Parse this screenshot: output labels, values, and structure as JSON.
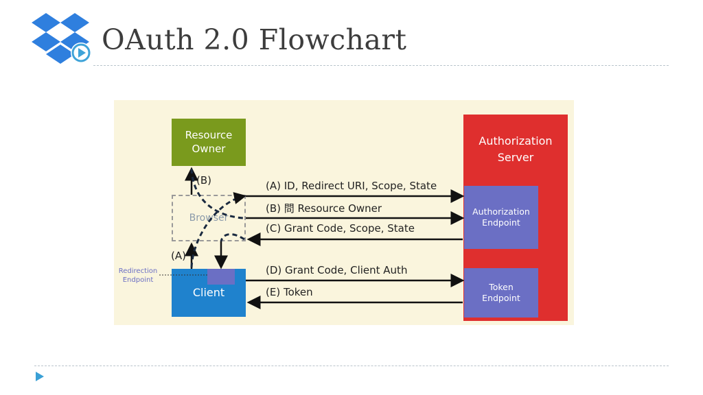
{
  "slide": {
    "title": "OAuth 2.0 Flowchart",
    "logo_icon": "dropbox-logo-with-play-icon",
    "bullet_icon": "triangle-bullet-icon"
  },
  "diagram": {
    "resource_owner": "Resource\nOwner",
    "authorization_server": "Authorization\nServer",
    "authorization_endpoint": "Authorization\nEndpoint",
    "token_endpoint": "Token\nEndpoint",
    "client": "Client",
    "browser": "Browser",
    "redirection_endpoint": "Redirection\nEndpoint",
    "label_a_left": "(A)",
    "label_b_left": "(B)",
    "arrow_a": "(A) ID, Redirect URI, Scope, State",
    "arrow_b": "(B) 問 Resource Owner",
    "arrow_c": "(C) Grant Code, Scope, State",
    "arrow_d": "(D) Grant Code, Client Auth",
    "arrow_e": "(E) Token"
  },
  "colors": {
    "background": "#faf5dd",
    "resource_owner": "#7a9a1d",
    "authorization_server": "#df2f2e",
    "endpoint": "#6b6fc4",
    "client": "#1f82cd",
    "dropbox_blue": "#2f7fde"
  }
}
